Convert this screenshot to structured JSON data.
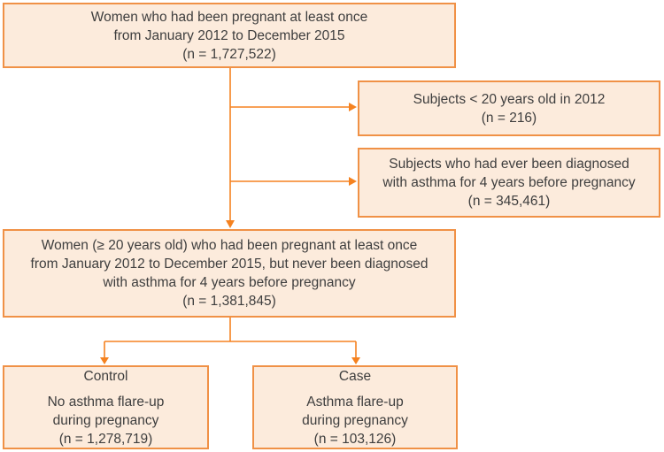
{
  "theme": {
    "background": "#ffffff",
    "box_fill": "#fcebdc",
    "box_border": "#f09146",
    "line_color": "#f58220",
    "text_color": "#3e3e3e"
  },
  "boxes": {
    "top": {
      "lines": [
        "Women who had been pregnant at least once",
        "from January 2012 to December 2015",
        "(n = 1,727,522)"
      ]
    },
    "excluded_under_20": {
      "lines": [
        "Subjects < 20 years old in 2012",
        "(n = 216)"
      ]
    },
    "excluded_prior_asthma": {
      "lines": [
        "Subjects who had ever been diagnosed",
        "with asthma for 4 years before pregnancy",
        "(n = 345,461)"
      ]
    },
    "eligible": {
      "lines": [
        "Women (≥ 20 years old) who had been pregnant at least once",
        "from January 2012 to December 2015, but never been diagnosed",
        "with asthma for 4 years before pregnancy",
        "(n = 1,381,845)"
      ]
    },
    "control": {
      "title": "Control",
      "lines": [
        "No asthma flare-up",
        "during pregnancy",
        "(n = 1,278,719)"
      ]
    },
    "case": {
      "title": "Case",
      "lines": [
        "Asthma flare-up",
        "during pregnancy",
        "(n = 103,126)"
      ]
    }
  }
}
